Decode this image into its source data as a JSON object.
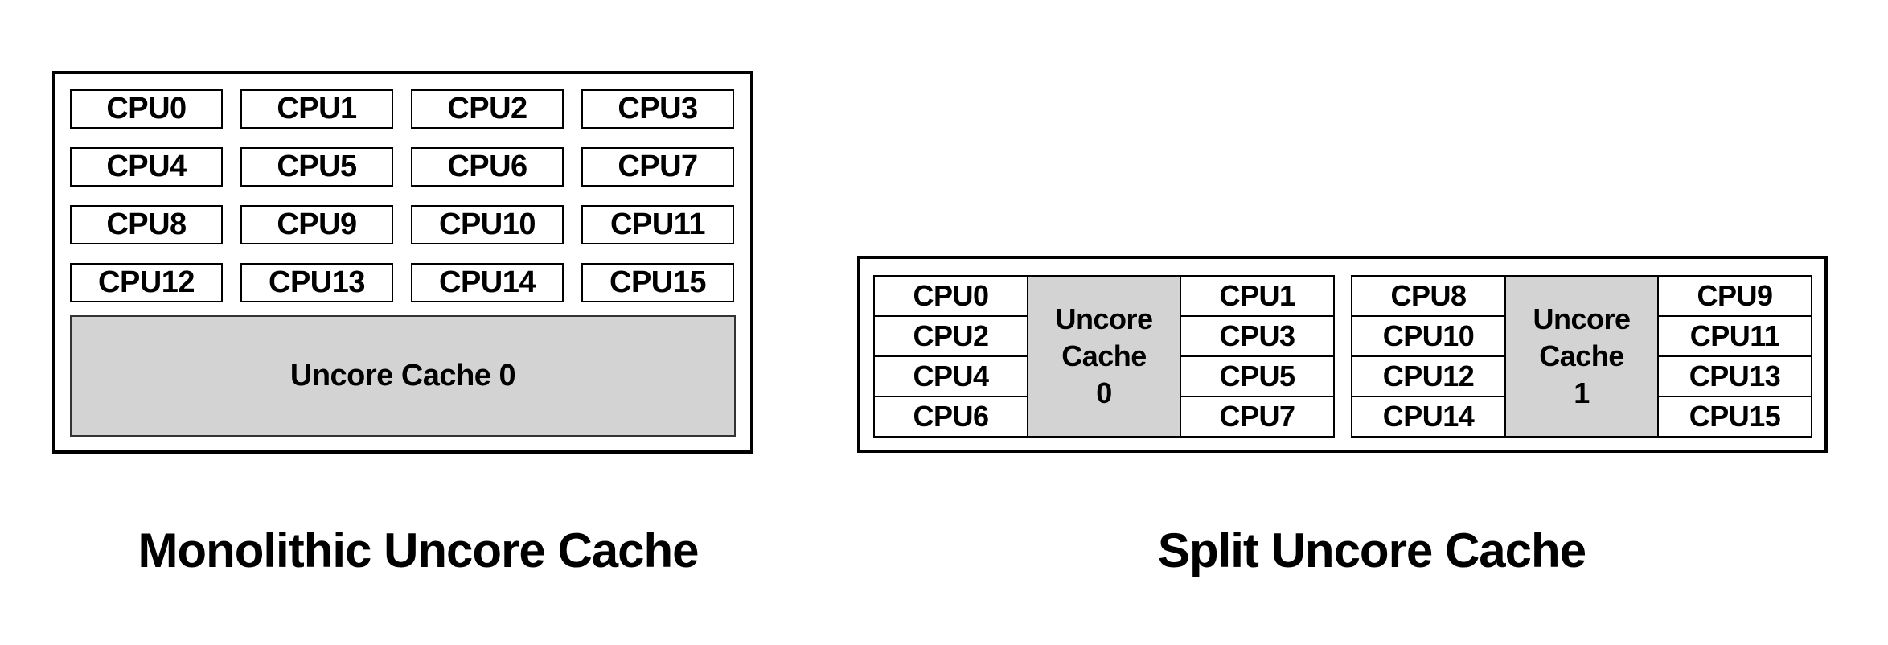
{
  "monolithic": {
    "caption": "Monolithic Uncore Cache",
    "cpus": [
      "CPU0",
      "CPU1",
      "CPU2",
      "CPU3",
      "CPU4",
      "CPU5",
      "CPU6",
      "CPU7",
      "CPU8",
      "CPU9",
      "CPU10",
      "CPU11",
      "CPU12",
      "CPU13",
      "CPU14",
      "CPU15"
    ],
    "cache_label": "Uncore Cache 0"
  },
  "split": {
    "caption": "Split Uncore Cache",
    "clusters": [
      {
        "left_cpus": [
          "CPU0",
          "CPU2",
          "CPU4",
          "CPU6"
        ],
        "cache_lines": [
          "Uncore",
          "Cache",
          "0"
        ],
        "right_cpus": [
          "CPU1",
          "CPU3",
          "CPU5",
          "CPU7"
        ]
      },
      {
        "left_cpus": [
          "CPU8",
          "CPU10",
          "CPU12",
          "CPU14"
        ],
        "cache_lines": [
          "Uncore",
          "Cache",
          "1"
        ],
        "right_cpus": [
          "CPU9",
          "CPU11",
          "CPU13",
          "CPU15"
        ]
      }
    ]
  },
  "colors": {
    "background": "#ffffff",
    "border": "#000000",
    "text": "#000000",
    "cache_fill": "#d3d3d3"
  }
}
